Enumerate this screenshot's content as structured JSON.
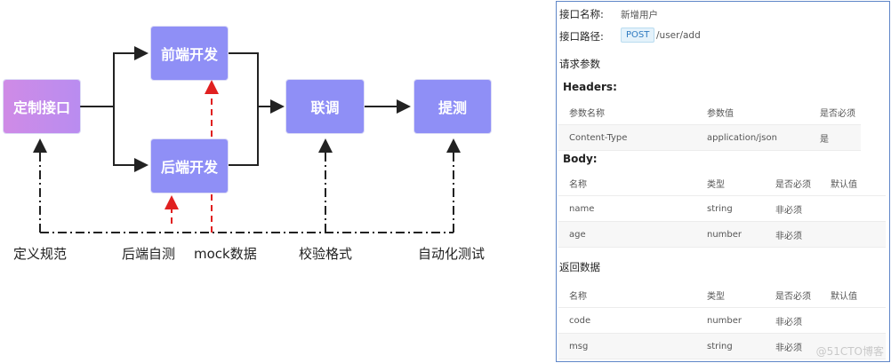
{
  "flow": {
    "nodes": {
      "define": "定制接口",
      "frontend": "前端开发",
      "backend": "后端开发",
      "integration": "联调",
      "submit_test": "提测"
    },
    "bottom_labels": {
      "spec": "定义规范",
      "selftest": "后端自测",
      "mock": "mock数据",
      "validate": "校验格式",
      "autotest": "自动化测试"
    }
  },
  "doc": {
    "name_label": "接口名称:",
    "name_value": "新增用户",
    "path_label": "接口路径:",
    "method": "POST",
    "path": "/user/add",
    "request_params": "请求参数",
    "headers_title": "Headers:",
    "headers_columns": [
      "参数名称",
      "参数值",
      "是否必须"
    ],
    "headers_rows": [
      [
        "Content-Type",
        "application/json",
        "是"
      ]
    ],
    "body_title": "Body:",
    "body_columns": [
      "名称",
      "类型",
      "是否必须",
      "默认值"
    ],
    "body_rows": [
      [
        "name",
        "string",
        "非必须",
        ""
      ],
      [
        "age",
        "number",
        "非必须",
        ""
      ]
    ],
    "response_title": "返回数据",
    "response_columns": [
      "名称",
      "类型",
      "是否必须",
      "默认值"
    ],
    "response_rows": [
      [
        "code",
        "number",
        "非必须",
        ""
      ],
      [
        "msg",
        "string",
        "非必须",
        ""
      ]
    ],
    "watermark": "@51CTO博客"
  },
  "colors": {
    "node_purple": "#8f8ff6",
    "node_pink": "#c98be9",
    "arrow": "#222222",
    "dashed_red": "#e02020",
    "doc_border": "#5f86c8"
  }
}
